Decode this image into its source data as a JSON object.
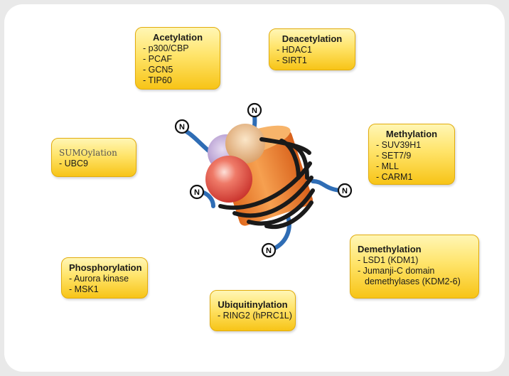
{
  "modifications": [
    {
      "key": "acetylation",
      "title": "Acetylation",
      "items": [
        "p300/CBP",
        "PCAF",
        "GCN5",
        "TIP60"
      ]
    },
    {
      "key": "deacetylation",
      "title": "Deacetylation",
      "items": [
        "HDAC1",
        "SIRT1"
      ]
    },
    {
      "key": "methylation",
      "title": "Methylation",
      "items": [
        "SUV39H1",
        "SET7/9",
        "MLL",
        "CARM1"
      ]
    },
    {
      "key": "sumoylation",
      "title": "SUMOylation",
      "items": [
        "UBC9"
      ]
    },
    {
      "key": "demethylation",
      "title": "Demethylation",
      "items": [
        "LSD1 (KDM1)",
        "Jumanji-C domain",
        "demethylases (KDM2-6)"
      ]
    },
    {
      "key": "phosphorylation",
      "title": "Phosphorylation",
      "items": [
        "Aurora kinase",
        "MSK1"
      ]
    },
    {
      "key": "ubiquitinylation",
      "title": "Ubiquitinylation",
      "items": [
        "RING2 (hPRC1L)"
      ]
    }
  ],
  "tail_label": "N",
  "colors": {
    "box_fill_top": "#fff6b5",
    "box_fill_bottom": "#f7c417",
    "histone_orange": "#f08a2a",
    "histone_red": "#e8503a",
    "dna_black": "#1a1a1a",
    "tail_blue": "#2f6db5"
  }
}
